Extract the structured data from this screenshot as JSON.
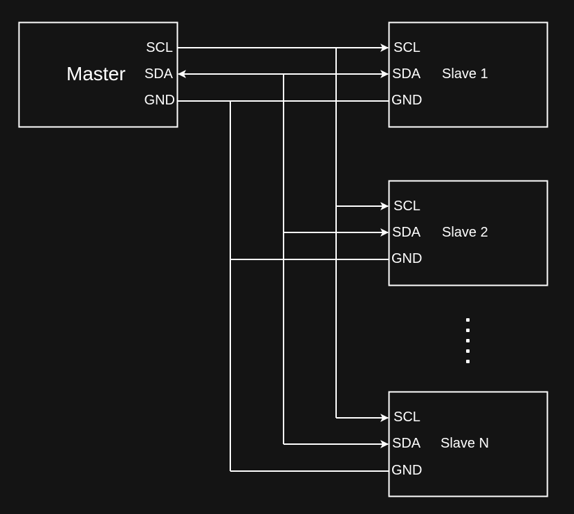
{
  "master": {
    "title": "Master",
    "pins": {
      "scl": "SCL",
      "sda": "SDA",
      "gnd": "GND"
    }
  },
  "slaves": [
    {
      "title": "Slave 1",
      "pins": {
        "scl": "SCL",
        "sda": "SDA",
        "gnd": "GND"
      }
    },
    {
      "title": "Slave 2",
      "pins": {
        "scl": "SCL",
        "sda": "SDA",
        "gnd": "GND"
      }
    },
    {
      "title": "Slave N",
      "pins": {
        "scl": "SCL",
        "sda": "SDA",
        "gnd": "GND"
      }
    }
  ],
  "colors": {
    "background": "#141414",
    "stroke": "#ffffff",
    "text": "#ffffff"
  }
}
